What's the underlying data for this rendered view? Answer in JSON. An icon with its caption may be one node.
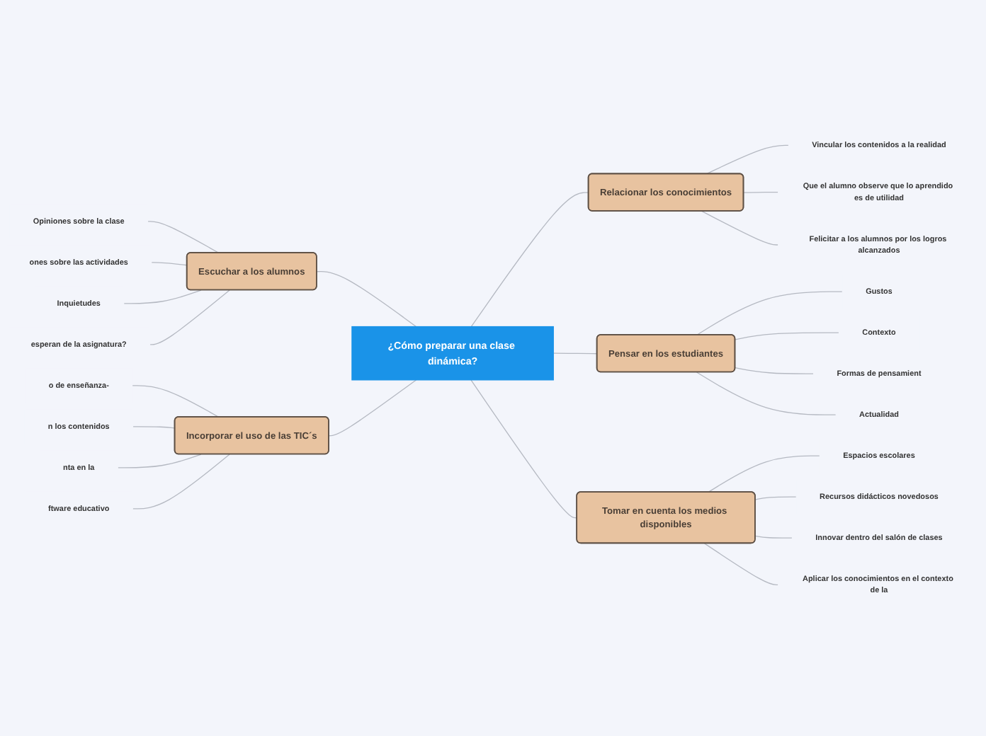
{
  "diagram": {
    "nodes": [
      {
        "text": [
          "¿Cómo preparar una clase dinámica?"
        ]
      },
      {
        "text": [
          "Relacionar los conocimientos"
        ]
      },
      {
        "text": [
          "Vincular los contenidos a la realidad"
        ]
      },
      {
        "text": [
          "Que el alumno observe que lo aprendido es de utilidad"
        ]
      },
      {
        "text": [
          "Felicitar a los alumnos por los logros alcanzados"
        ]
      },
      {
        "text": [
          "Pensar en los estudiantes"
        ]
      },
      {
        "text": [
          "Gustos"
        ]
      },
      {
        "text": [
          "Contexto"
        ]
      },
      {
        "text": [
          "Formas de pensamient"
        ]
      },
      {
        "text": [
          "Actualidad"
        ]
      },
      {
        "text": [
          "Tomar en cuenta los medios disponibles"
        ]
      },
      {
        "text": [
          "Espacios escolares"
        ]
      },
      {
        "text": [
          "Recursos didácticos novedosos"
        ]
      },
      {
        "text": [
          "Innovar dentro del salón de clases"
        ]
      },
      {
        "text": [
          "Aplicar los conocimientos en el contexto de la"
        ]
      },
      {
        "text": [
          "Escuchar a los alumnos"
        ]
      },
      {
        "text": [
          "Opiniones sobre la clase"
        ]
      },
      {
        "text": [
          "ones sobre las actividades"
        ]
      },
      {
        "text": [
          "Inquietudes"
        ]
      },
      {
        "text": [
          "esperan de la asignatura?"
        ]
      },
      {
        "text": [
          "Incorporar el uso de las TIC´s"
        ]
      },
      {
        "text": [
          "o de enseñanza-"
        ]
      },
      {
        "text": [
          "n los contenidos"
        ]
      },
      {
        "text": [
          "nta en la"
        ]
      },
      {
        "text": [
          "ftware educativo"
        ]
      }
    ],
    "edges": [
      {
        "from": 0,
        "to": 1,
        "arrow": "none"
      },
      {
        "from": 1,
        "to": 2,
        "arrow": "none"
      },
      {
        "from": 1,
        "to": 3,
        "arrow": "none"
      },
      {
        "from": 1,
        "to": 4,
        "arrow": "none"
      },
      {
        "from": 0,
        "to": 5,
        "arrow": "none"
      },
      {
        "from": 5,
        "to": 6,
        "arrow": "none"
      },
      {
        "from": 5,
        "to": 7,
        "arrow": "none"
      },
      {
        "from": 5,
        "to": 8,
        "arrow": "none"
      },
      {
        "from": 5,
        "to": 9,
        "arrow": "none"
      },
      {
        "from": 0,
        "to": 10,
        "arrow": "none"
      },
      {
        "from": 10,
        "to": 11,
        "arrow": "none"
      },
      {
        "from": 10,
        "to": 12,
        "arrow": "none"
      },
      {
        "from": 10,
        "to": 13,
        "arrow": "none"
      },
      {
        "from": 10,
        "to": 14,
        "arrow": "none"
      },
      {
        "from": 15,
        "to": 0,
        "arrow": "none"
      },
      {
        "from": 16,
        "to": 15,
        "arrow": "none"
      },
      {
        "from": 17,
        "to": 15,
        "arrow": "none"
      },
      {
        "from": 18,
        "to": 15,
        "arrow": "none"
      },
      {
        "from": 19,
        "to": 15,
        "arrow": "none"
      },
      {
        "from": 20,
        "to": 0,
        "arrow": "none"
      },
      {
        "from": 21,
        "to": 20,
        "arrow": "none"
      },
      {
        "from": 22,
        "to": 20,
        "arrow": "none"
      },
      {
        "from": 23,
        "to": 20,
        "arrow": "none"
      },
      {
        "from": 24,
        "to": 20,
        "arrow": "none"
      }
    ]
  }
}
